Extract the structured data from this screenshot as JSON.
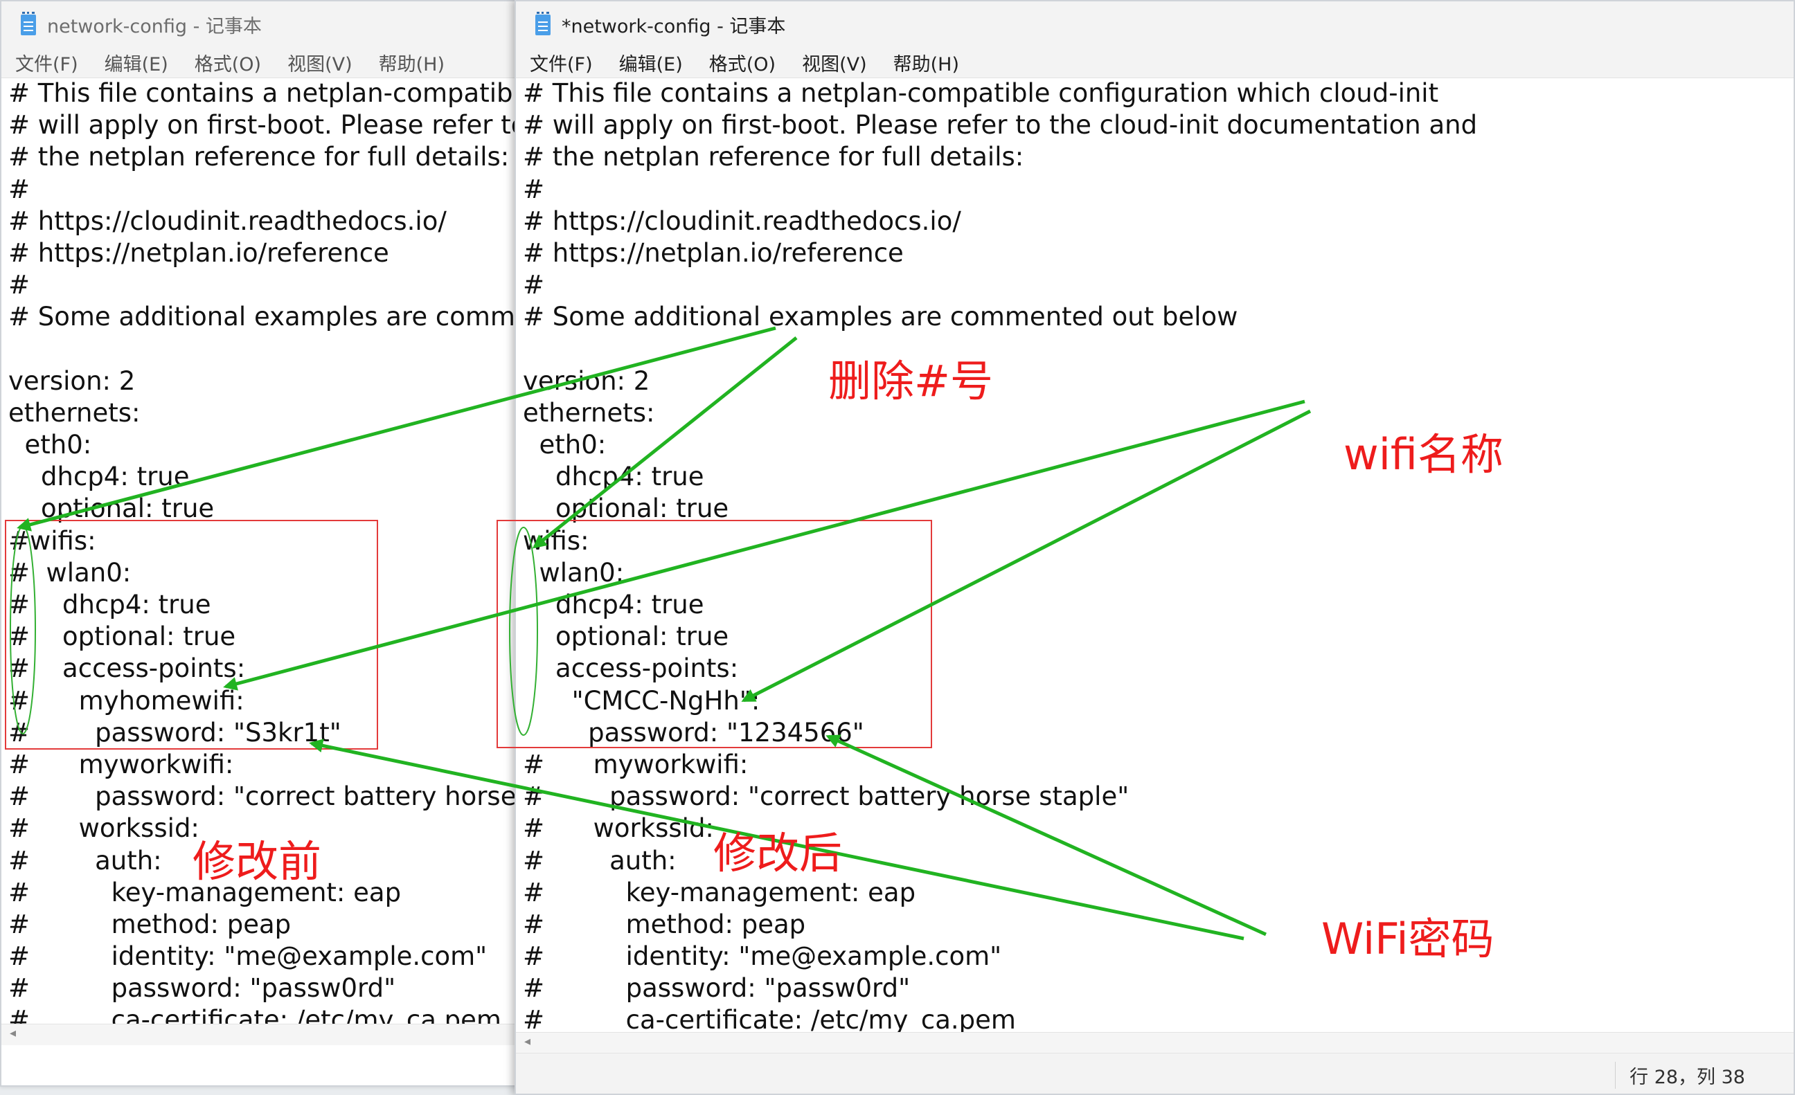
{
  "left_window": {
    "title": "network-config - 记事本",
    "menu": [
      "文件(F)",
      "编辑(E)",
      "格式(O)",
      "视图(V)",
      "帮助(H)"
    ],
    "lines": [
      "# This file contains a netplan-compatible c",
      "# will apply on first-boot. Please refer to t",
      "# the netplan reference for full details:",
      "#",
      "# https://cloudinit.readthedocs.io/",
      "# https://netplan.io/reference",
      "#",
      "# Some additional examples are comment",
      "",
      "version: 2",
      "ethernets:",
      "  eth0:",
      "    dhcp4: true",
      "    optional: true",
      "#wifis:",
      "#  wlan0:",
      "#    dhcp4: true",
      "#    optional: true",
      "#    access-points:",
      "#      myhomewifi:",
      "#        password: \"S3kr1t\"",
      "#      myworkwifi:",
      "#        password: \"correct battery horse sta",
      "#      workssid:",
      "#        auth:",
      "#          key-management: eap",
      "#          method: peap",
      "#          identity: \"me@example.com\"",
      "#          password: \"passw0rd\"",
      "#          ca-certificate: /etc/my_ca.pem"
    ]
  },
  "right_window": {
    "title": "*network-config - 记事本",
    "menu": [
      "文件(F)",
      "编辑(E)",
      "格式(O)",
      "视图(V)",
      "帮助(H)"
    ],
    "lines": [
      "# This file contains a netplan-compatible configuration which cloud-init",
      "# will apply on first-boot. Please refer to the cloud-init documentation and",
      "# the netplan reference for full details:",
      "#",
      "# https://cloudinit.readthedocs.io/",
      "# https://netplan.io/reference",
      "#",
      "# Some additional examples are commented out below",
      "",
      "version: 2",
      "ethernets:",
      "  eth0:",
      "    dhcp4: true",
      "    optional: true",
      "wifis:",
      "  wlan0:",
      "    dhcp4: true",
      "    optional: true",
      "    access-points:",
      "      \"CMCC-NgHh\":",
      "        password: \"1234566\"",
      "#      myworkwifi:",
      "#        password: \"correct battery horse staple\"",
      "#      workssid:",
      "#        auth:",
      "#          key-management: eap",
      "#          method: peap",
      "#          identity: \"me@example.com\"",
      "#          password: \"passw0rd\"",
      "#          ca-certificate: /etc/my_ca.pem"
    ],
    "status": "行 28，列 38"
  },
  "annotations": {
    "delete_hash": "删除#号",
    "wifi_name": "wifi名称",
    "before": "修改前",
    "after": "修改后",
    "wifi_password": "WiFi密码"
  },
  "colors": {
    "annotation_text": "#ee1c1c",
    "highlight_box": "#e33a3a",
    "arrow": "#21b321",
    "ellipse": "#33b033"
  }
}
